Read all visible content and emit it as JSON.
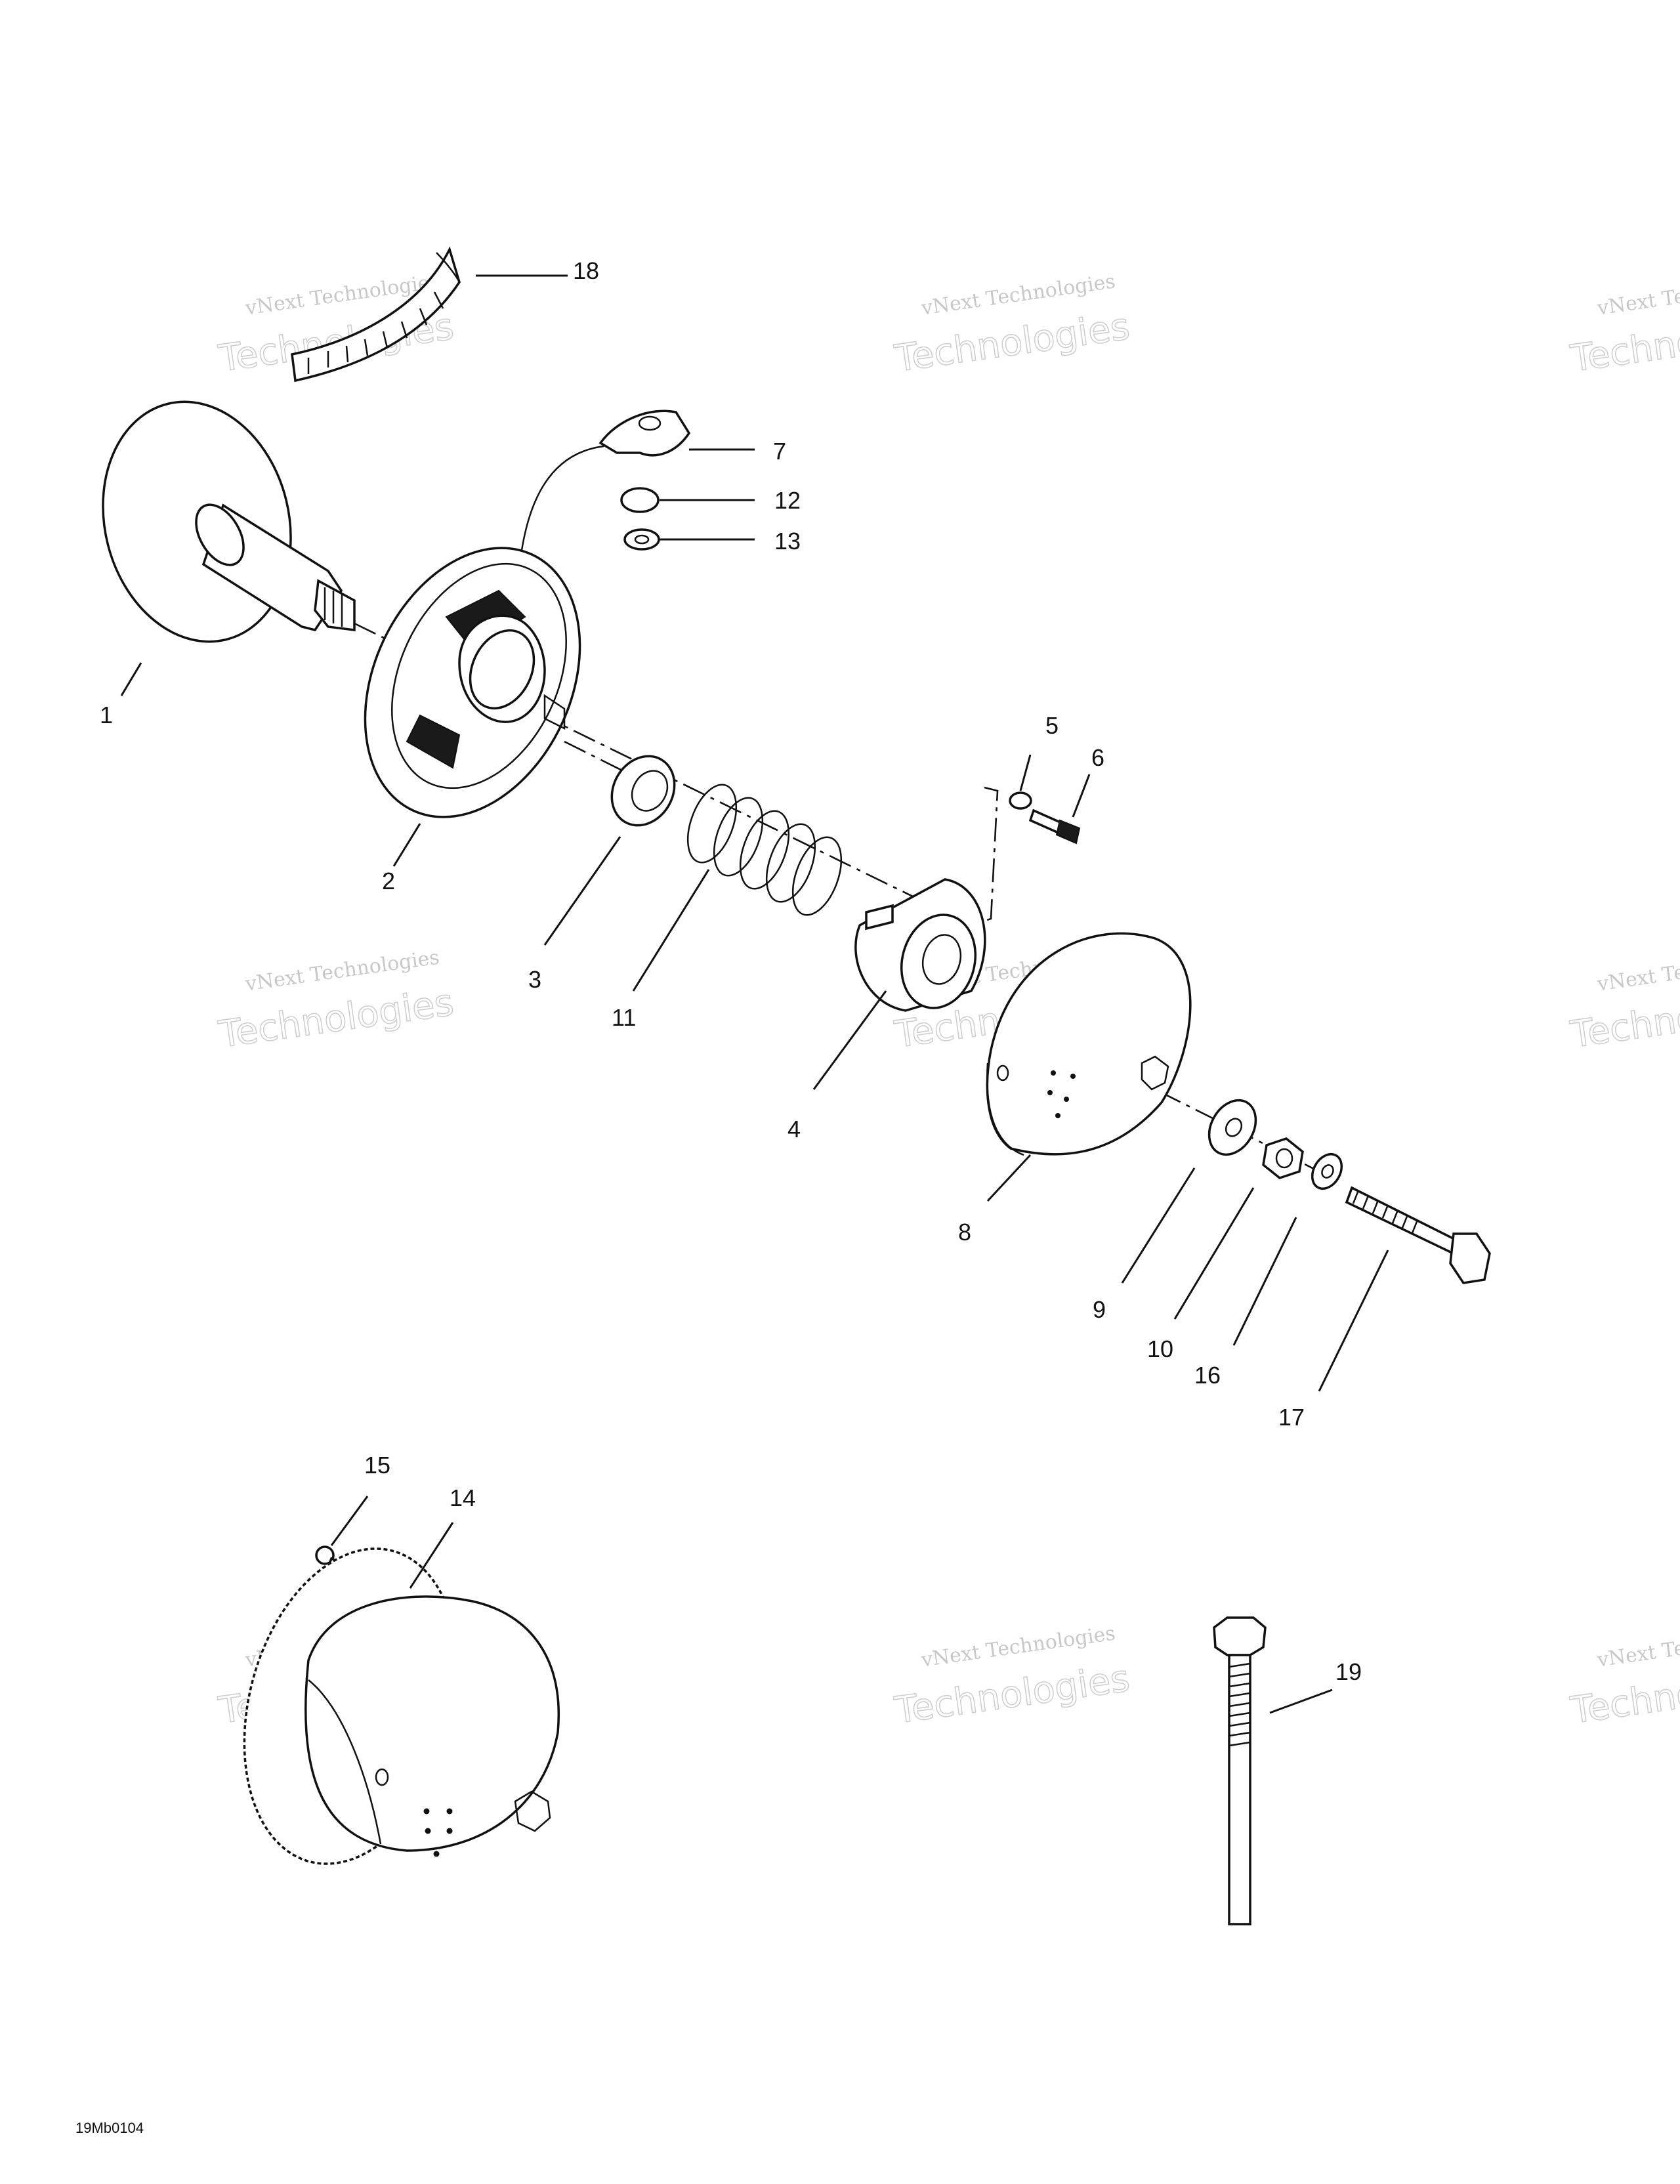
{
  "watermark": {
    "line1": "vNext Technologies",
    "line2": "Technologies",
    "overlay": "vNext"
  },
  "reference_code": "19Mb0104",
  "callouts": [
    {
      "id": "1",
      "label": "1"
    },
    {
      "id": "2",
      "label": "2"
    },
    {
      "id": "3",
      "label": "3"
    },
    {
      "id": "4",
      "label": "4"
    },
    {
      "id": "5",
      "label": "5"
    },
    {
      "id": "6",
      "label": "6"
    },
    {
      "id": "7",
      "label": "7"
    },
    {
      "id": "8",
      "label": "8"
    },
    {
      "id": "9",
      "label": "9"
    },
    {
      "id": "10",
      "label": "10"
    },
    {
      "id": "11",
      "label": "11"
    },
    {
      "id": "12",
      "label": "12"
    },
    {
      "id": "13",
      "label": "13"
    },
    {
      "id": "14",
      "label": "14"
    },
    {
      "id": "15",
      "label": "15"
    },
    {
      "id": "16",
      "label": "16"
    },
    {
      "id": "17",
      "label": "17"
    },
    {
      "id": "18",
      "label": "18"
    },
    {
      "id": "19",
      "label": "19"
    }
  ]
}
